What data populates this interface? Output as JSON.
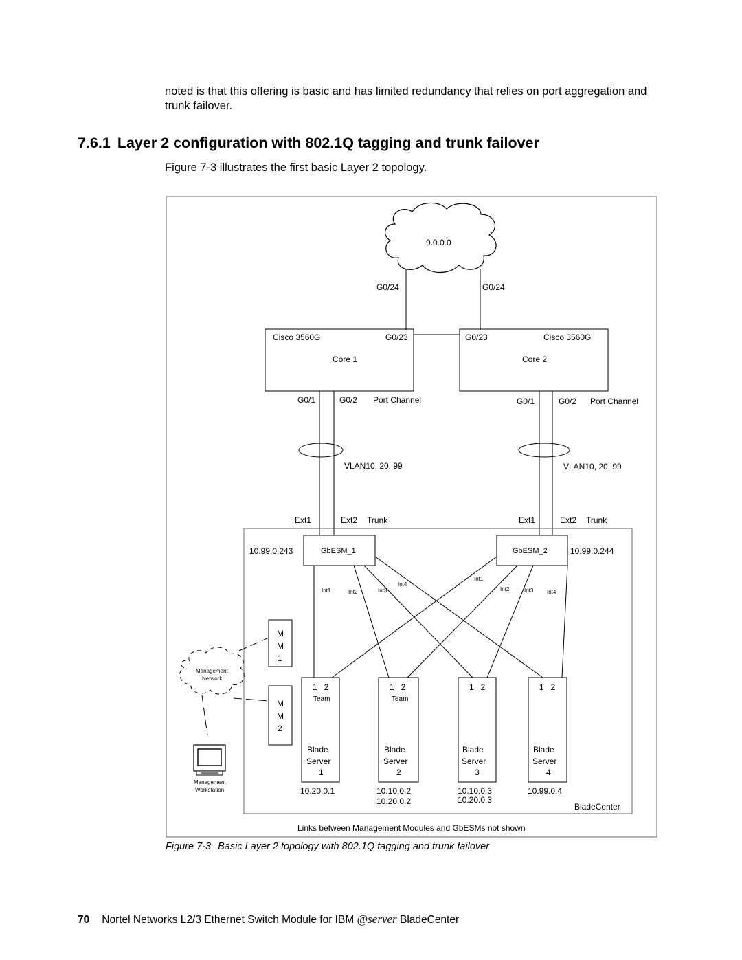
{
  "intro_text": "noted is that this offering is basic and has limited redundancy that relies on port aggregation and trunk failover.",
  "heading": {
    "number": "7.6.1",
    "title": "Layer 2 configuration with 802.1Q tagging and trunk failover"
  },
  "figure_ref_text": "Figure 7-3 illustrates the first basic Layer 2 topology.",
  "diagram": {
    "cloud_label": "9.0.0.0",
    "uplink_port_left": "G0/24",
    "uplink_port_right": "G0/24",
    "core1": {
      "model": "Cisco 3560G",
      "name": "Core 1",
      "isl_port": "G0/23",
      "port1": "G0/1",
      "port2": "G0/2",
      "channel": "Port Channel"
    },
    "core2": {
      "model": "Cisco 3560G",
      "name": "Core 2",
      "isl_port": "G0/23",
      "port1": "G0/1",
      "port2": "G0/2",
      "channel": "Port Channel"
    },
    "vlan_left": "VLAN10, 20, 99",
    "vlan_right": "VLAN10, 20, 99",
    "esm1": {
      "ext1": "Ext1",
      "ext2": "Ext2",
      "trunk": "Trunk",
      "name": "GbESM_1",
      "ip": "10.99.0.243",
      "int1": "Int1",
      "int2": "Int2",
      "int3": "Int3",
      "int4": "Int4"
    },
    "esm2": {
      "ext1": "Ext1",
      "ext2": "Ext2",
      "trunk": "Trunk",
      "name": "GbESM_2",
      "ip": "10.99.0.244",
      "int1": "Int1",
      "int2": "Int2",
      "int3": "Int3",
      "int4": "Int4"
    },
    "mm1": [
      "M",
      "M",
      "1"
    ],
    "mm2": [
      "M",
      "M",
      "2"
    ],
    "mgmt_network": [
      "Management",
      "Network"
    ],
    "mgmt_workstation": [
      "Management",
      "Workstation"
    ],
    "blades": [
      {
        "ports": "1   2",
        "team": "Team",
        "line1": "Blade",
        "line2": "Server",
        "num": "1",
        "ip1": "10.20.0.1",
        "ip2": ""
      },
      {
        "ports": "1   2",
        "team": "Team",
        "line1": "Blade",
        "line2": "Server",
        "num": "2",
        "ip1": "10.10.0.2",
        "ip2": "10.20.0.2"
      },
      {
        "ports": "1   2",
        "team": "",
        "line1": "Blade",
        "line2": "Server",
        "num": "3",
        "ip1": "10.10.0.3",
        "ip2": "10.20.0.3"
      },
      {
        "ports": "1   2",
        "team": "",
        "line1": "Blade",
        "line2": "Server",
        "num": "4",
        "ip1": "10.99.0.4",
        "ip2": ""
      }
    ],
    "bladecenter_label": "BladeCenter",
    "note": "Links between Management Modules and GbESMs not shown"
  },
  "caption": {
    "number": "Figure 7-3",
    "text": "Basic Layer 2 topology with 802.1Q tagging and trunk failover"
  },
  "footer": {
    "page_number": "70",
    "text_before": "Nortel Networks L2/3 Ethernet Switch Module for IBM ",
    "eserver": "@server",
    "text_after": " BladeCenter"
  }
}
